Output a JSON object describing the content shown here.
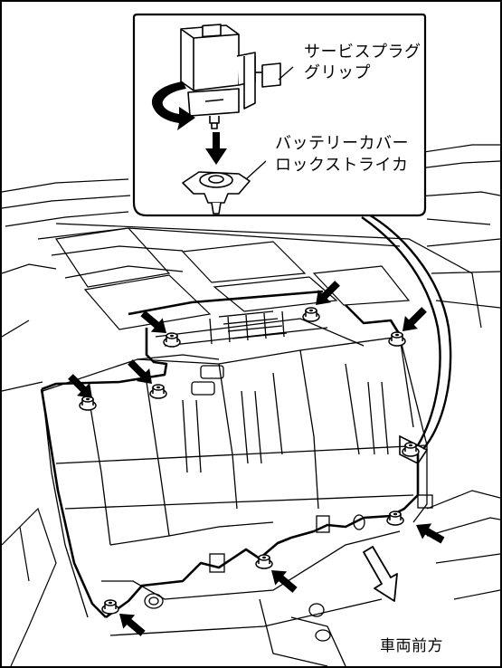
{
  "callouts": {
    "service_plug_line1": "サービスプラグ",
    "service_plug_line2": "グリップ",
    "striker_line1": "バッテリーカバー",
    "striker_line2": "ロックストライカ"
  },
  "direction": {
    "label": "車両前方"
  },
  "icons": [
    "arrow-icon",
    "bolt-icon",
    "rotate-arrow-icon",
    "direction-arrow-icon"
  ],
  "colors": {
    "line": "#000000",
    "background": "#ffffff"
  }
}
